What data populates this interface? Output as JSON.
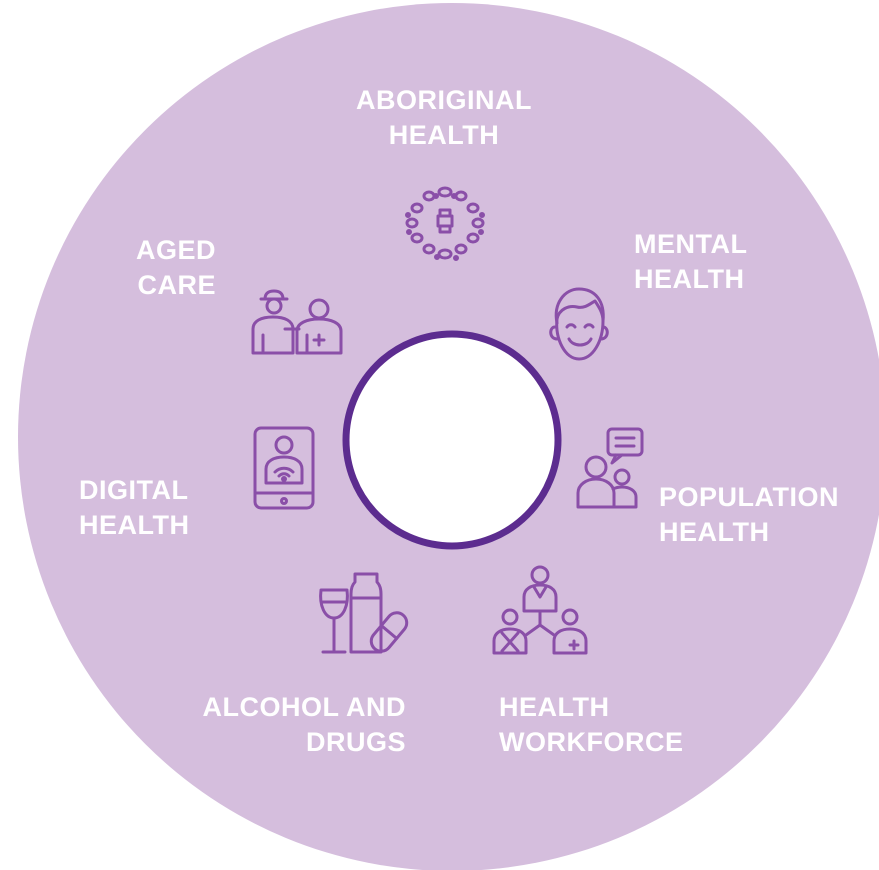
{
  "colors": {
    "disc": "#d5bedd",
    "ring": "#5c2c8f",
    "center": "#ffffff",
    "label": "#ffffff",
    "icon": "#8a4fa8"
  },
  "segments": [
    {
      "key": "aboriginal",
      "label": "ABORIGINAL\nHEALTH",
      "icon": "aboriginal-dots-icon"
    },
    {
      "key": "mental",
      "label": "MENTAL\nHEALTH",
      "icon": "smiling-face-icon"
    },
    {
      "key": "population",
      "label": "POPULATION\nHEALTH",
      "icon": "people-speech-icon"
    },
    {
      "key": "workforce",
      "label": "HEALTH\nWORKFORCE",
      "icon": "workforce-network-icon"
    },
    {
      "key": "alcohol",
      "label": "ALCOHOL AND\nDRUGS",
      "icon": "glass-pill-icon"
    },
    {
      "key": "digital",
      "label": "DIGITAL\nHEALTH",
      "icon": "tablet-user-icon"
    },
    {
      "key": "aged",
      "label": "AGED\nCARE",
      "icon": "elder-carer-icon"
    }
  ]
}
